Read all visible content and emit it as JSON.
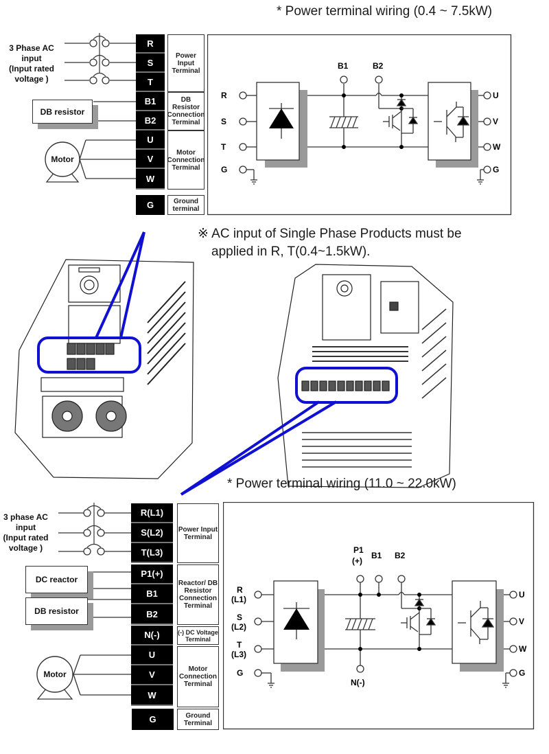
{
  "top": {
    "title": "* Power terminal wiring (0.4 ~ 7.5kW)",
    "source_label": [
      "3 Phase AC",
      "input",
      "(Input rated",
      "voltage )"
    ],
    "db_resistor_label": "DB resistor",
    "motor_label": "Motor",
    "terminals": [
      "R",
      "S",
      "T",
      "B1",
      "B2",
      "U",
      "V",
      "W",
      "G"
    ],
    "groups": [
      {
        "label": "Power Input Terminal"
      },
      {
        "label": "DB Resistor Connection Terminal"
      },
      {
        "label": "Motor Connection Terminal"
      },
      {
        "label": "Ground terminal"
      }
    ],
    "schematic": {
      "inputs": [
        "R",
        "S",
        "T",
        "G"
      ],
      "outputs": [
        "U",
        "V",
        "W",
        "G"
      ],
      "dc_taps": [
        "B1",
        "B2"
      ]
    }
  },
  "note": {
    "symbol": "※",
    "line1": "AC input of Single Phase Products must be",
    "line2": "applied in R, T(0.4~1.5kW)."
  },
  "bottom": {
    "title": "* Power terminal wiring (11.0 ~ 22.0kW)",
    "source_label": [
      "3 phase AC",
      "input",
      "(Input rated",
      "voltage )"
    ],
    "dc_reactor_label": "DC reactor",
    "db_resistor_label": "DB resistor",
    "motor_label": "Motor",
    "terminals": [
      "R(L1)",
      "S(L2)",
      "T(L3)",
      "P1(+)",
      "B1",
      "B2",
      "N(-)",
      "U",
      "V",
      "W",
      "G"
    ],
    "groups": [
      {
        "label": "Power Input Terminal"
      },
      {
        "label": "Reactor/ DB Resistor Connection Terminal"
      },
      {
        "label": "(-) DC Voltage Terminal"
      },
      {
        "label": "Motor Connection Terminal"
      },
      {
        "label": "Ground Terminal"
      }
    ],
    "schematic": {
      "inputs": [
        "R",
        "(L1)",
        "S",
        "(L2)",
        "T",
        "(L3)",
        "G"
      ],
      "outputs": [
        "U",
        "V",
        "W",
        "G"
      ],
      "dc_taps": [
        "P1",
        "(+)",
        "B1",
        "B2"
      ],
      "dc_neg": "N(-)"
    }
  },
  "colors": {
    "highlight": "#1010d0",
    "shadow": "#9a9a9a"
  }
}
